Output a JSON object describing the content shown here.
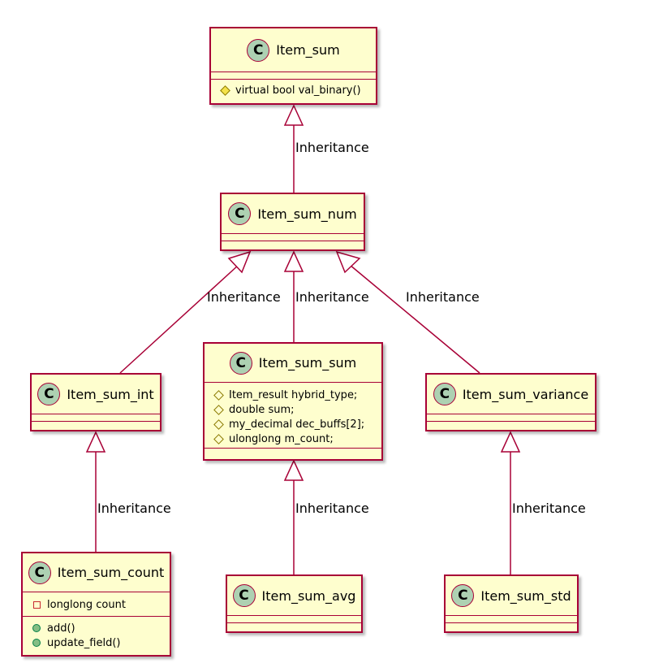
{
  "classes": {
    "item_sum": {
      "name": "Item_sum",
      "icon": "C",
      "methods": [
        {
          "visibility": "protected",
          "text": "virtual bool val_binary()"
        }
      ]
    },
    "item_sum_num": {
      "name": "Item_sum_num",
      "icon": "C"
    },
    "item_sum_int": {
      "name": "Item_sum_int",
      "icon": "C"
    },
    "item_sum_sum": {
      "name": "Item_sum_sum",
      "icon": "C",
      "fields": [
        {
          "visibility": "protected",
          "text": "Item_result hybrid_type;"
        },
        {
          "visibility": "protected",
          "text": "double sum;"
        },
        {
          "visibility": "protected",
          "text": "my_decimal dec_buffs[2];"
        },
        {
          "visibility": "protected",
          "text": "ulonglong m_count;"
        }
      ]
    },
    "item_sum_variance": {
      "name": "Item_sum_variance",
      "icon": "C"
    },
    "item_sum_count": {
      "name": "Item_sum_count",
      "icon": "C",
      "fields": [
        {
          "visibility": "private",
          "text": "longlong count"
        }
      ],
      "methods": [
        {
          "visibility": "public",
          "text": "add()"
        },
        {
          "visibility": "public",
          "text": "update_field()"
        }
      ]
    },
    "item_sum_avg": {
      "name": "Item_sum_avg",
      "icon": "C"
    },
    "item_sum_std": {
      "name": "Item_sum_std",
      "icon": "C"
    }
  },
  "edge_labels": {
    "sum_num_to_sum": "Inheritance",
    "int_to_sum_num": "Inheritance",
    "sum_to_sum_num": "Inheritance",
    "variance_to_sum_num": "Inheritance",
    "count_to_int": "Inheritance",
    "avg_to_sum": "Inheritance",
    "std_to_variance": "Inheritance"
  },
  "colors": {
    "class_fill": "#fefece",
    "class_border": "#a80036",
    "edge": "#a80036",
    "class_icon_fill": "#add1b2"
  }
}
